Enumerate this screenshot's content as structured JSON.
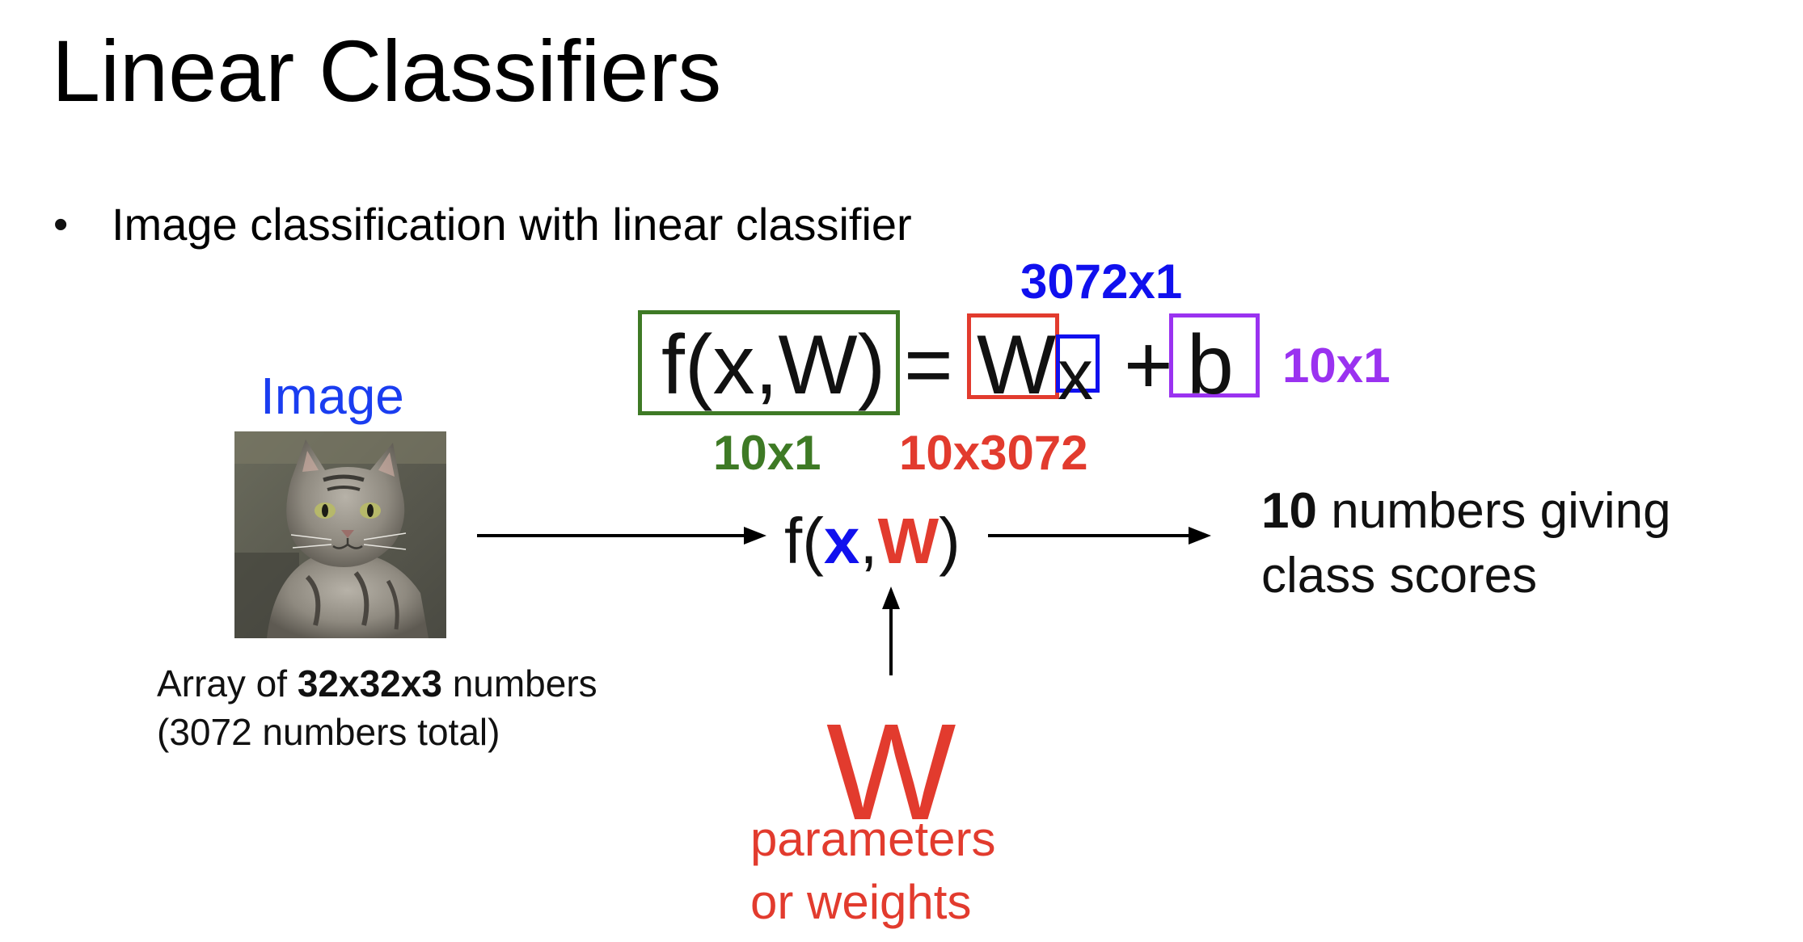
{
  "slide": {
    "title": "Linear Classifiers",
    "bullet": "Image classification with linear classifier"
  },
  "equation": {
    "lhs": "f(x,W)",
    "equals": "=",
    "W": "W",
    "x": "x",
    "plus": "+",
    "b": "b",
    "dim_x": "3072x1",
    "dim_b": "10x1",
    "dim_f": "10x1",
    "dim_W": "10x3072"
  },
  "input": {
    "label": "Image",
    "array_prefix": "Array of ",
    "array_dims": "32x32x3",
    "array_suffix": " numbers",
    "array_total": "(3072 numbers total)"
  },
  "function": {
    "open": "f(",
    "x": "x",
    "comma": ",",
    "W": "W",
    "close": ")"
  },
  "output": {
    "count": "10",
    "line1_rest": " numbers giving",
    "line2": "class scores"
  },
  "params": {
    "symbol": "W",
    "line1": "parameters",
    "line2": "or weights"
  },
  "colors": {
    "green": "#3e7a25",
    "red": "#e23b2e",
    "blue": "#1010ee",
    "purple": "#9a32f0"
  }
}
